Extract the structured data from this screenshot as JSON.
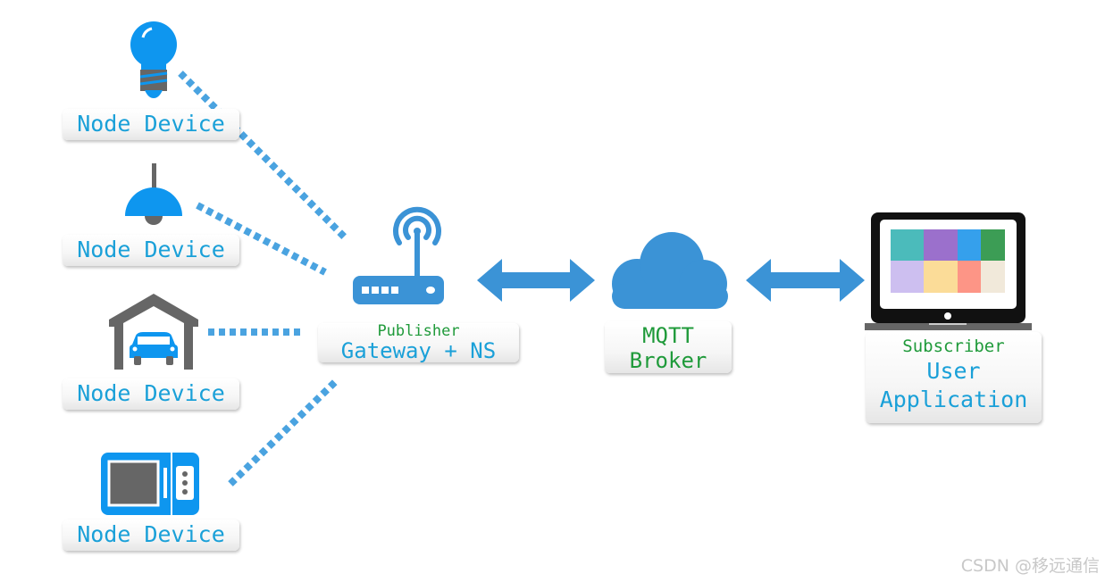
{
  "diagram": {
    "node_devices": [
      {
        "label": "Node Device",
        "icon": "light-bulb-icon"
      },
      {
        "label": "Node Device",
        "icon": "pendant-lamp-icon"
      },
      {
        "label": "Node Device",
        "icon": "garage-car-icon"
      },
      {
        "label": "Node Device",
        "icon": "microwave-icon"
      }
    ],
    "gateway": {
      "role": "Publisher",
      "label": "Gateway + NS",
      "icon": "wifi-router-icon"
    },
    "broker": {
      "line1": "MQTT",
      "line2": "Broker",
      "icon": "cloud-icon"
    },
    "subscriber": {
      "role": "Subscriber",
      "line1": "User",
      "line2": "Application",
      "icon": "laptop-icon"
    },
    "connections": [
      {
        "from": "Node Device 1",
        "to": "Gateway + NS",
        "style": "dotted"
      },
      {
        "from": "Node Device 2",
        "to": "Gateway + NS",
        "style": "dotted"
      },
      {
        "from": "Node Device 3",
        "to": "Gateway + NS",
        "style": "dotted"
      },
      {
        "from": "Node Device 4",
        "to": "Gateway + NS",
        "style": "dotted"
      },
      {
        "from": "Gateway + NS",
        "to": "MQTT Broker",
        "style": "bidirectional-arrow"
      },
      {
        "from": "MQTT Broker",
        "to": "User Application",
        "style": "bidirectional-arrow"
      }
    ],
    "screen_tiles": [
      "#4bbbbb",
      "#9b70cc",
      "#35a0ec",
      "#3c9d55",
      "#cdbff0",
      "#fbdc98",
      "#fd9586",
      "#f1e9da"
    ],
    "colors": {
      "device_blue": "#0e96ef",
      "link_blue": "#3e95d8",
      "icon_gray": "#666666",
      "text_blue": "#1aa0d8",
      "text_green": "#1f9a3a"
    }
  },
  "watermark": "CSDN @移远通信"
}
